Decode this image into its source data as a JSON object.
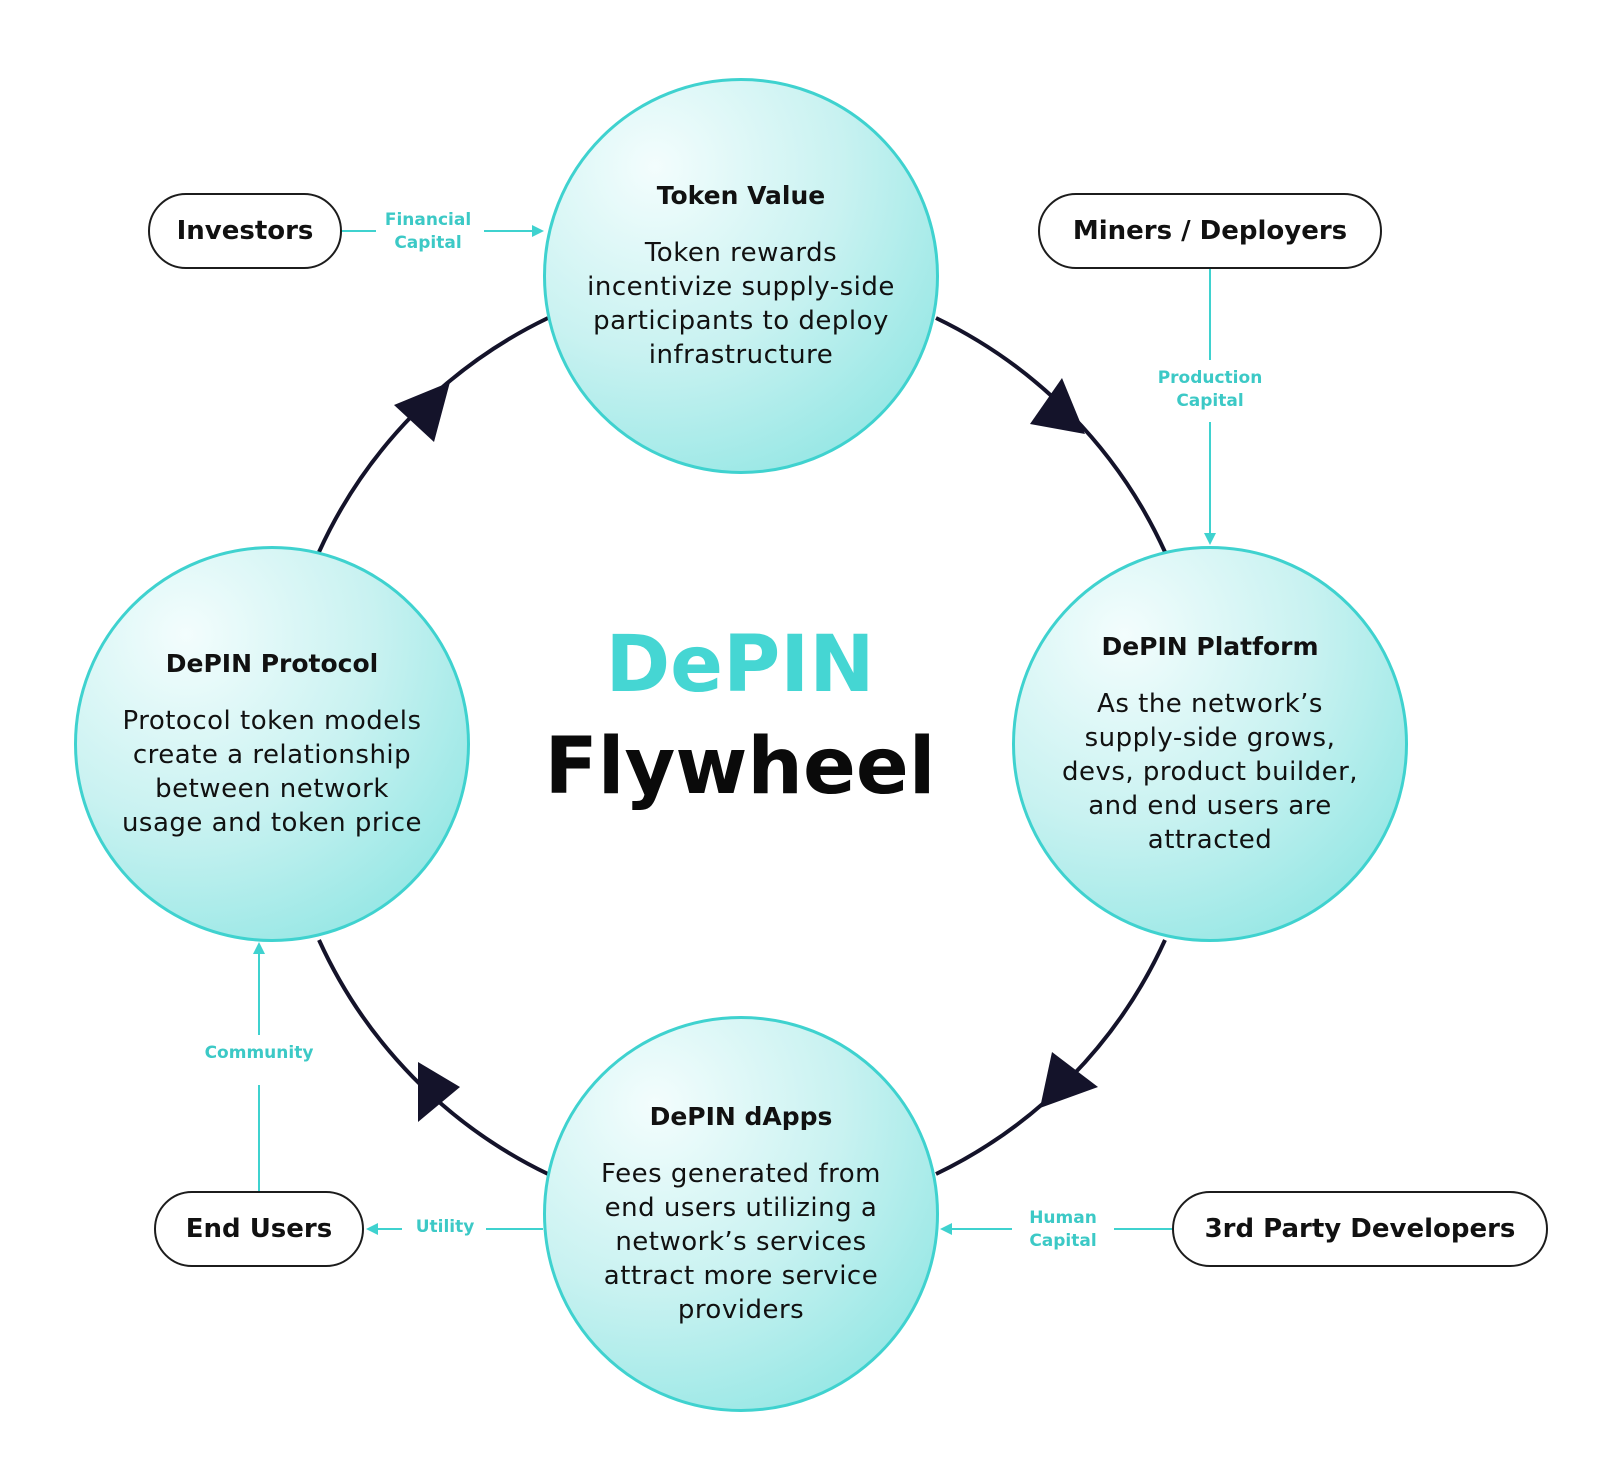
{
  "colors": {
    "accent": "#45d6d3",
    "cycle_line": "#14132a",
    "flow_line": "#3fd2cf"
  },
  "title": {
    "line_1": "DePIN",
    "line_2": "Flywheel"
  },
  "nodes": {
    "top": {
      "title": "Token Value",
      "body": "Token rewards incentivize supply-side participants to deploy infrastructure"
    },
    "right": {
      "title": "DePIN Platform",
      "body": "As the network’s supply-side grows, devs, product builder, and end users are attracted"
    },
    "bottom": {
      "title": "DePIN dApps",
      "body": "Fees generated from end users utilizing a network’s services attract more service providers"
    },
    "left": {
      "title": "DePIN Protocol",
      "body": "Protocol token models create a relationship between network usage and token price"
    }
  },
  "actors": {
    "investors": "Investors",
    "miners": "Miners / Deployers",
    "end_users": "End Users",
    "third_party": "3rd Party Developers"
  },
  "flows": {
    "financial": {
      "line_1": "Financial",
      "line_2": "Capital"
    },
    "production": {
      "line_1": "Production",
      "line_2": "Capital"
    },
    "community": {
      "line_1": "Community"
    },
    "utility": {
      "line_1": "Utility"
    },
    "human": {
      "line_1": "Human",
      "line_2": "Capital"
    }
  }
}
